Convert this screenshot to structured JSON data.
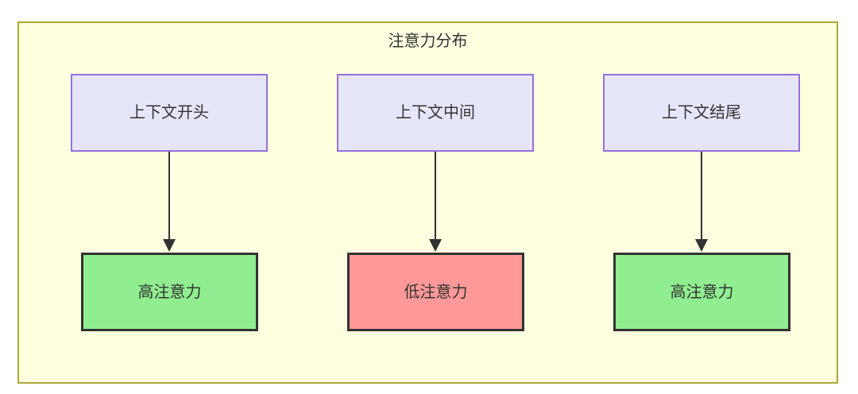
{
  "diagram": {
    "title": "注意力分布",
    "container": {
      "fill_color": "#FFFFE0",
      "border_color": "#AAAA33"
    },
    "nodes": [
      {
        "id": "context-start",
        "label": "上下文开头",
        "group": "context",
        "fill_color": "#E6E6FA",
        "border_color": "#9370DB"
      },
      {
        "id": "context-middle",
        "label": "上下文中间",
        "group": "context",
        "fill_color": "#E6E6FA",
        "border_color": "#9370DB"
      },
      {
        "id": "context-end",
        "label": "上下文结尾",
        "group": "context",
        "fill_color": "#E6E6FA",
        "border_color": "#9370DB"
      },
      {
        "id": "attention-start",
        "label": "高注意力",
        "group": "attention",
        "fill_color": "#90EE90",
        "border_color": "#333333"
      },
      {
        "id": "attention-middle",
        "label": "低注意力",
        "group": "attention",
        "fill_color": "#FF9999",
        "border_color": "#333333"
      },
      {
        "id": "attention-end",
        "label": "高注意力",
        "group": "attention",
        "fill_color": "#90EE90",
        "border_color": "#333333"
      }
    ],
    "edges": [
      {
        "id": "edge-start",
        "from": "context-start",
        "to": "attention-start",
        "style": "solid-arrow"
      },
      {
        "id": "edge-middle",
        "from": "context-middle",
        "to": "attention-middle",
        "style": "solid-arrow"
      },
      {
        "id": "edge-end",
        "from": "context-end",
        "to": "attention-end",
        "style": "solid-arrow"
      }
    ]
  }
}
